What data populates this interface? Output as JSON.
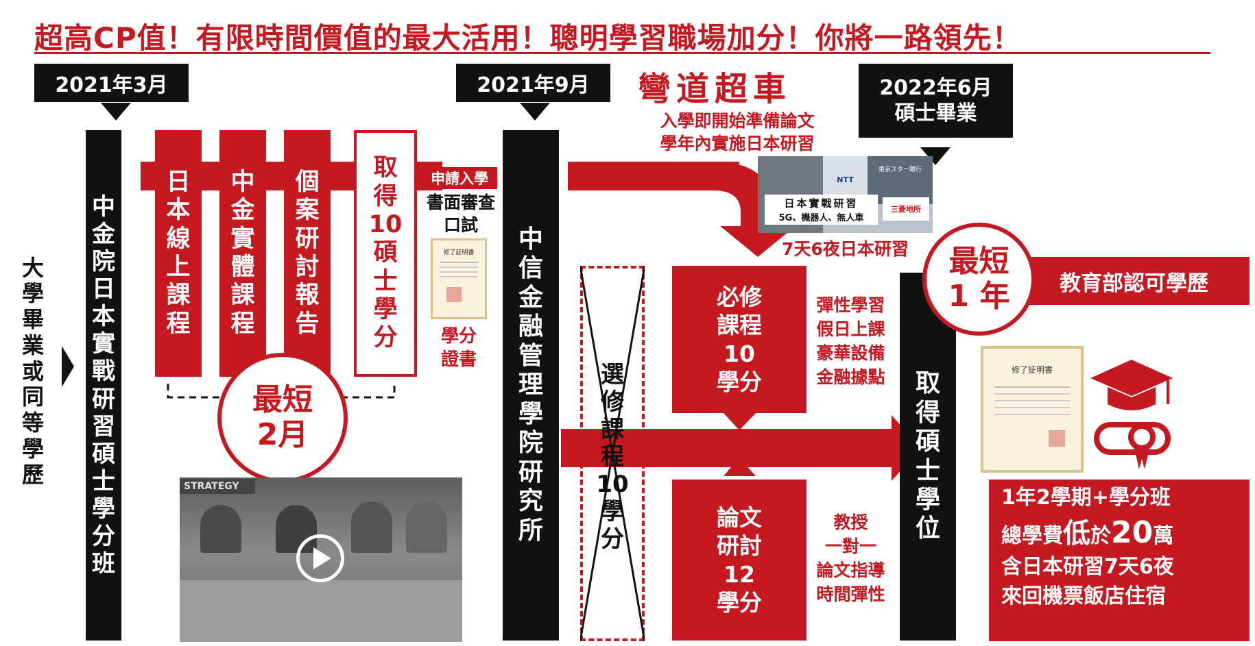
{
  "headline": "超高CP值！有限時間價值的最大活用！聰明學習職場加分！你將一路領先！",
  "dates": {
    "start": "2021年3月",
    "mid": "2021年9月",
    "grad_line1": "2022年6月",
    "grad_line2": "碩士畢業"
  },
  "left_label": "大學畢業或同等學歷",
  "credit_class": "中金院日本實戰研習碩士學分班",
  "red_steps": [
    "日本線上課程",
    "中金實體課程",
    "個案研討報告"
  ],
  "credits_box": "取得10碩士學分",
  "min_two_months": {
    "line1": "最短",
    "line2": "2月"
  },
  "apply": {
    "tag": "申請入學",
    "line1": "書面審查",
    "line2": "口試",
    "cert_label_1": "學分",
    "cert_label_2": "證書",
    "cert_doc_title": "修了証明書"
  },
  "institute": "中信金融管理學院研究所",
  "electives": {
    "line1": "選",
    "line2": "修",
    "line3": "課",
    "line4": "程",
    "line5": "10",
    "line6": "學",
    "line7": "分"
  },
  "shortcut": {
    "title": "彎道超車",
    "line1": "入學即開始準備論文",
    "line2": "學年內實施日本研習"
  },
  "japan_photo": {
    "caption1": "日本實戰研習",
    "caption2": "5G、機器人、無人車",
    "logo_ntt": "NTT",
    "logo_mitsubishi": "三菱地所",
    "logo_bank": "東京スター銀行",
    "bottom_label": "7天6夜日本研習"
  },
  "required": {
    "l1": "必修",
    "l2": "課程",
    "l3": "10",
    "l4": "學分"
  },
  "required_notes": [
    "彈性學習",
    "假日上課",
    "豪華設備",
    "金融據點"
  ],
  "thesis": {
    "l1": "論文",
    "l2": "研討",
    "l3": "12",
    "l4": "學分"
  },
  "thesis_notes": [
    "教授",
    "一對一",
    "論文指導",
    "時間彈性"
  ],
  "degree": "取得碩士學位",
  "min_one_year": {
    "line1": "最短",
    "line2": "1 年"
  },
  "moe_label": "教育部認可學歷",
  "diploma_title": "修了証明書",
  "summary": {
    "line1": "1年2學期+學分班",
    "line2_pre": "總學費",
    "line2_big1": "低",
    "line2_mid": "於",
    "line2_big2": "20",
    "line2_post": "萬",
    "line3": "含日本研習7天6夜",
    "line4": "來回機票飯店住宿"
  },
  "video": {
    "banner": "STRATEGY",
    "play_icon": "play-icon"
  },
  "colors": {
    "red": "#c41920",
    "black": "#111111",
    "white": "#ffffff"
  }
}
